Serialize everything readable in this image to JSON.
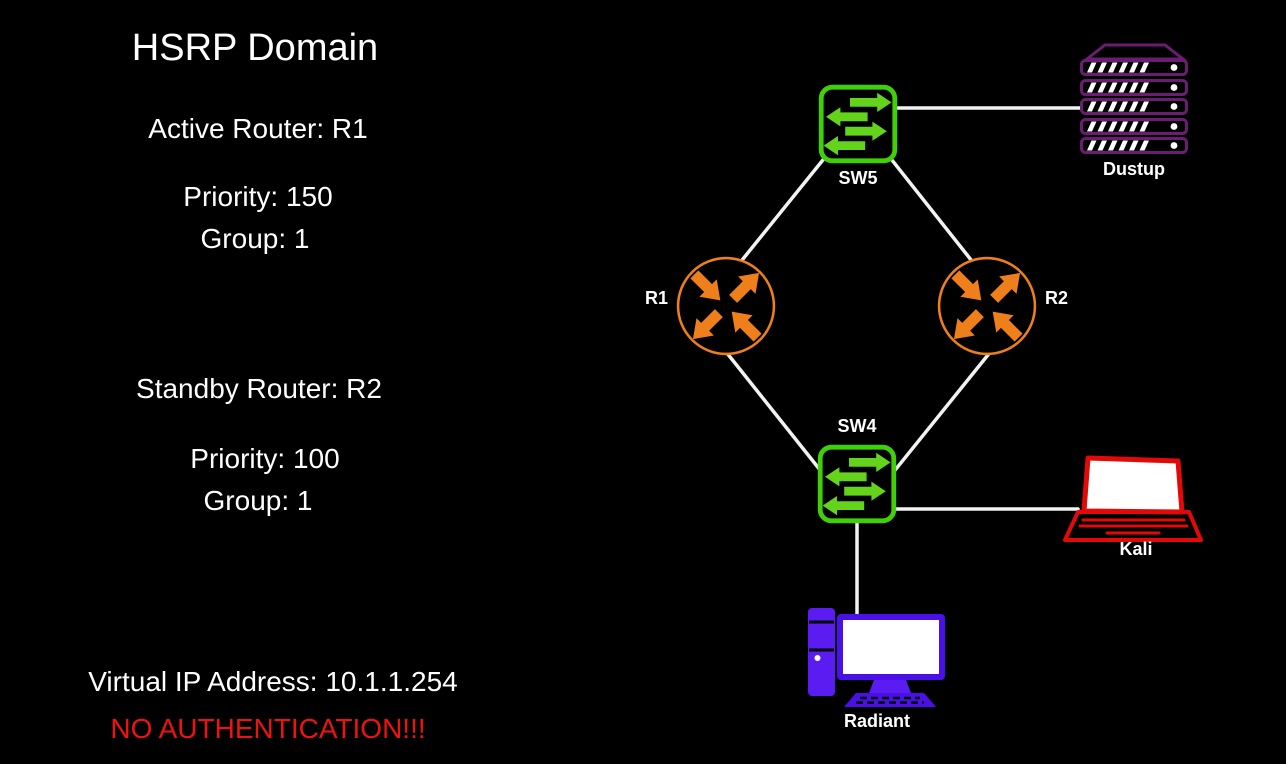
{
  "panel": {
    "title": "HSRP Domain",
    "active_router": "Active Router: R1",
    "active_priority": "Priority: 150",
    "active_group": "Group: 1",
    "standby_router": "Standby Router: R2",
    "standby_priority": "Priority: 100",
    "standby_group": "Group: 1",
    "virtual_ip": "Virtual IP Address: 10.1.1.254",
    "warning": "NO AUTHENTICATION!!!"
  },
  "nodes": {
    "sw5": {
      "label": "SW5",
      "type": "switch",
      "icon": "switch-icon"
    },
    "sw4": {
      "label": "SW4",
      "type": "switch",
      "icon": "switch-icon"
    },
    "r1": {
      "label": "R1",
      "type": "router",
      "icon": "router-icon"
    },
    "r2": {
      "label": "R2",
      "type": "router",
      "icon": "router-icon"
    },
    "dustup": {
      "label": "Dustup",
      "type": "server",
      "icon": "server-rack-icon"
    },
    "kali": {
      "label": "Kali",
      "type": "laptop",
      "icon": "laptop-icon"
    },
    "radiant": {
      "label": "Radiant",
      "type": "desktop-pc",
      "icon": "desktop-pc-icon"
    }
  },
  "connections": [
    {
      "from": "SW5",
      "to": "Dustup"
    },
    {
      "from": "SW5",
      "to": "R1"
    },
    {
      "from": "SW5",
      "to": "R2"
    },
    {
      "from": "R1",
      "to": "SW4"
    },
    {
      "from": "R2",
      "to": "SW4"
    },
    {
      "from": "SW4",
      "to": "Kali"
    },
    {
      "from": "SW4",
      "to": "Radiant"
    }
  ],
  "colors": {
    "bg": "#000000",
    "text": "#ffffff",
    "warning-red": "#ee1212",
    "switch-green": "#3fd00a",
    "switch-arrow-green": "#63d31c",
    "router-orange": "#ef7f1a",
    "server-purple": "#6b1d72",
    "laptop-red": "#e30909",
    "pc-blue": "#4b10e8",
    "pc-blue-light": "#5a1cf0",
    "line-white": "#f2f2f2"
  }
}
